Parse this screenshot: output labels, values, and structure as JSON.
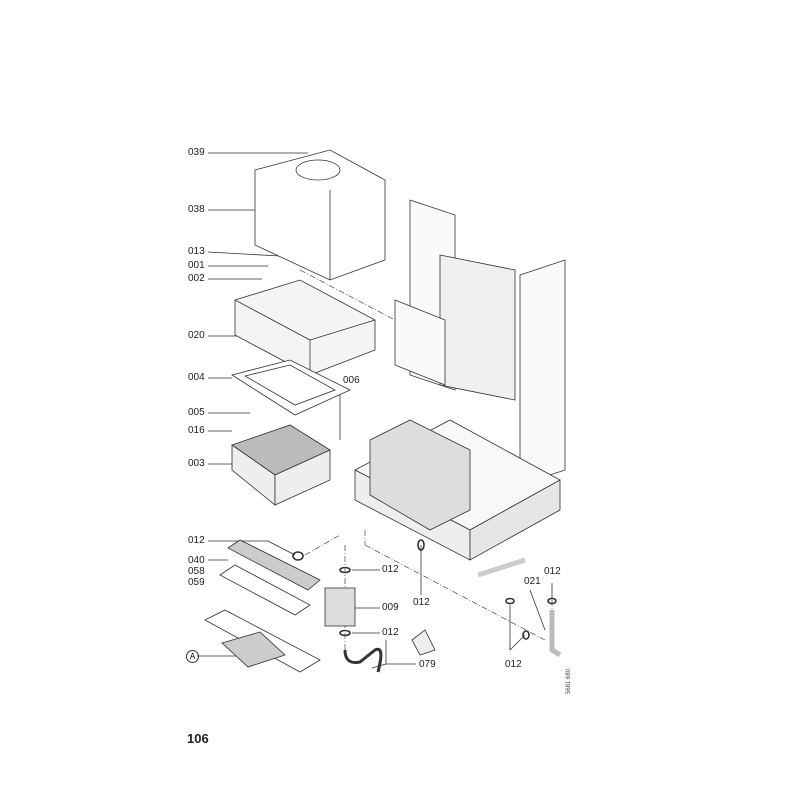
{
  "diagram": {
    "page_number": "106",
    "document_number": "5681 680",
    "callouts": [
      {
        "id": "c039",
        "text": "039"
      },
      {
        "id": "c038",
        "text": "038"
      },
      {
        "id": "c013",
        "text": "013"
      },
      {
        "id": "c001",
        "text": "001"
      },
      {
        "id": "c002",
        "text": "002"
      },
      {
        "id": "c020",
        "text": "020"
      },
      {
        "id": "c004",
        "text": "004"
      },
      {
        "id": "c006",
        "text": "006"
      },
      {
        "id": "c005",
        "text": "005"
      },
      {
        "id": "c016",
        "text": "016"
      },
      {
        "id": "c003",
        "text": "003"
      },
      {
        "id": "c012a",
        "text": "012"
      },
      {
        "id": "c040",
        "text": "040"
      },
      {
        "id": "c058",
        "text": "058"
      },
      {
        "id": "c059",
        "text": "059"
      },
      {
        "id": "c012b",
        "text": "012"
      },
      {
        "id": "c009",
        "text": "009"
      },
      {
        "id": "c012c",
        "text": "012"
      },
      {
        "id": "c079",
        "text": "079"
      },
      {
        "id": "c012d",
        "text": "012"
      },
      {
        "id": "c021",
        "text": "021"
      },
      {
        "id": "c012e",
        "text": "012"
      },
      {
        "id": "c012f",
        "text": "012"
      }
    ],
    "detail_marker": "A"
  }
}
